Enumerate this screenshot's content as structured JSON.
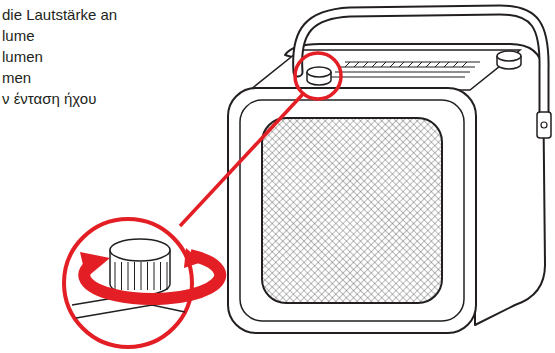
{
  "diagram": {
    "labels": [
      "die Lautstärke an",
      "lume",
      "lumen",
      "men",
      "ν ένταση ήχου"
    ]
  }
}
